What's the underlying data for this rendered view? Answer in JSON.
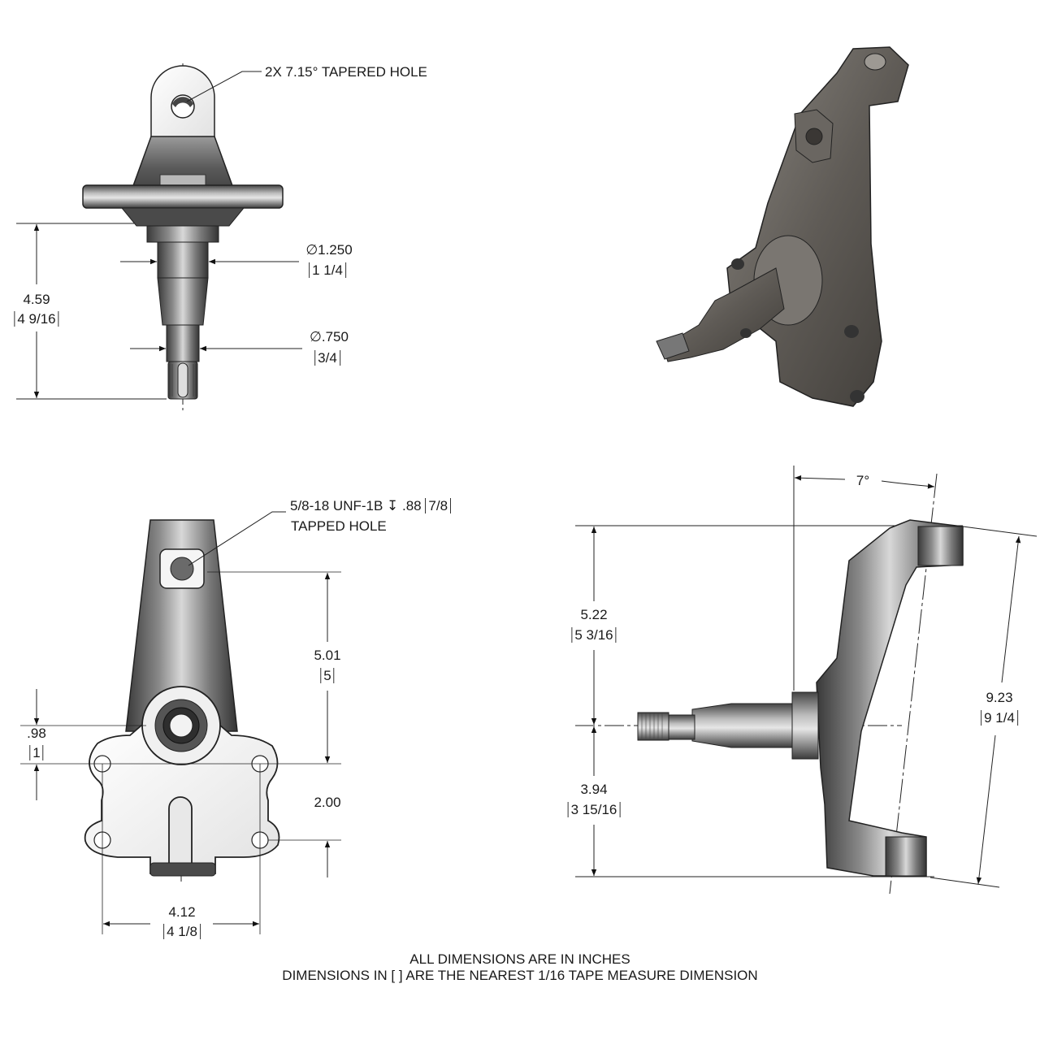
{
  "views": {
    "front_top": {
      "callout": "2X 7.15° TAPERED HOLE",
      "dim_height": {
        "value": "4.59",
        "tape": "4 9/16"
      },
      "dim_dia_large": {
        "value": "∅1.250",
        "tape": "1 1/4"
      },
      "dim_dia_small": {
        "value": "∅.750",
        "tape": "3/4"
      }
    },
    "isometric": {
      "description": "3D isometric render of spindle"
    },
    "front_bottom": {
      "callout_line1": "5/8-18 UNF-1B ↧ .88",
      "callout_tape": "7/8",
      "callout_line2": "TAPPED HOLE",
      "dim_hole_to_spindle": {
        "value": "5.01",
        "tape": "5"
      },
      "dim_spindle_to_boltline": {
        "value": ".98",
        "tape": "1"
      },
      "dim_bolt_vertical": {
        "value": "2.00"
      },
      "dim_bolt_horizontal": {
        "value": "4.12",
        "tape": "4 1/8"
      }
    },
    "side": {
      "dim_angle": "7°",
      "dim_upper": {
        "value": "5.22",
        "tape": "5 3/16"
      },
      "dim_lower": {
        "value": "3.94",
        "tape": "3 15/16"
      },
      "dim_overall": {
        "value": "9.23",
        "tape": "9 1/4"
      }
    }
  },
  "notes": {
    "line1": "ALL DIMENSIONS ARE IN INCHES",
    "line2": "DIMENSIONS IN [ ] ARE THE NEAREST 1/16 TAPE MEASURE DIMENSION"
  }
}
